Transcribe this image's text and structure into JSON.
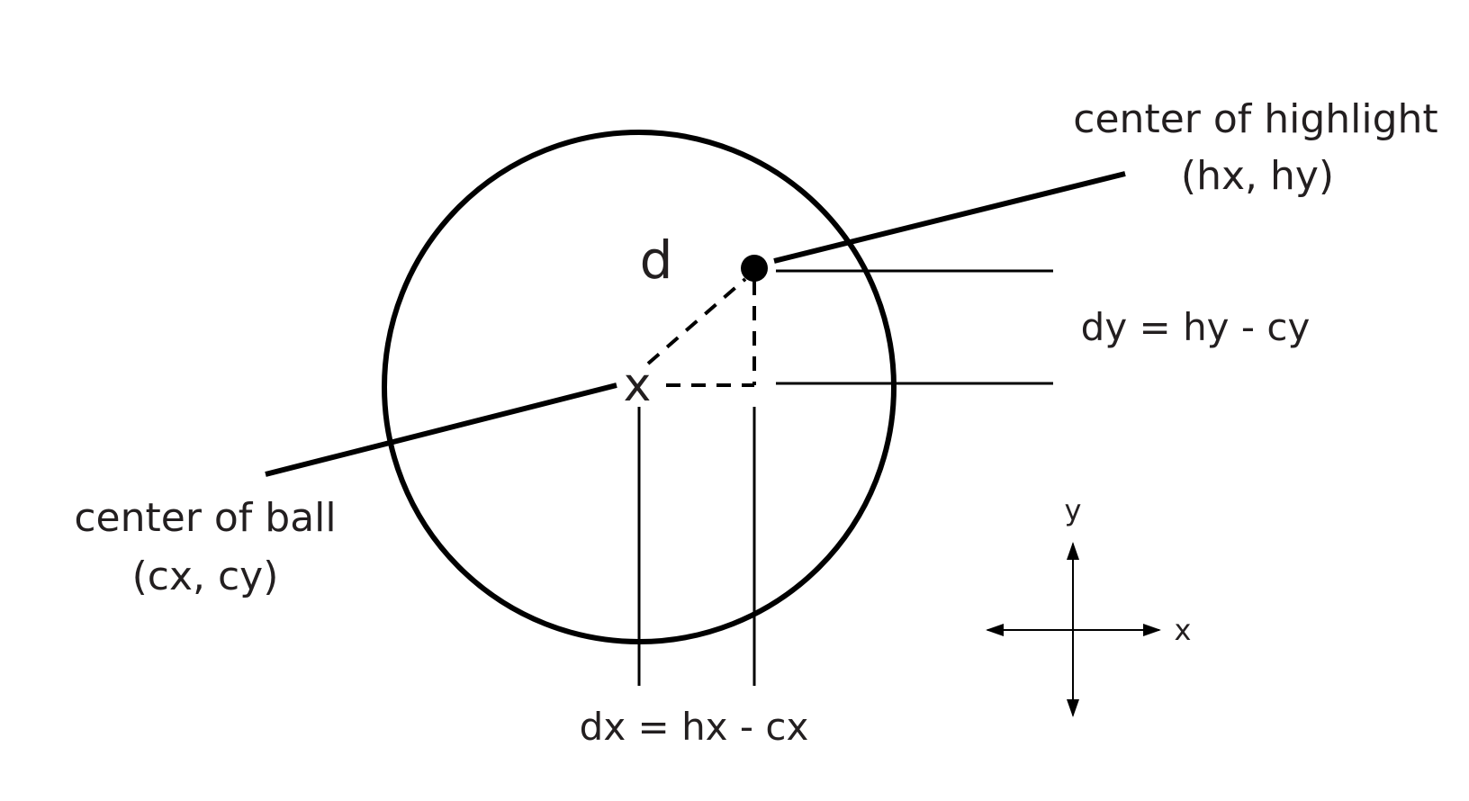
{
  "labels": {
    "highlight_title": "center of highlight",
    "highlight_coords": "(hx, hy)",
    "ball_title": "center of ball",
    "ball_coords": "(cx, cy)",
    "distance": "d",
    "center_mark": "x",
    "dy_formula": "dy = hy - cy",
    "dx_formula": "dx = hx - cx",
    "axis_y": "y",
    "axis_x": "x"
  },
  "colors": {
    "ink": "#000000",
    "text": "#231f20"
  }
}
